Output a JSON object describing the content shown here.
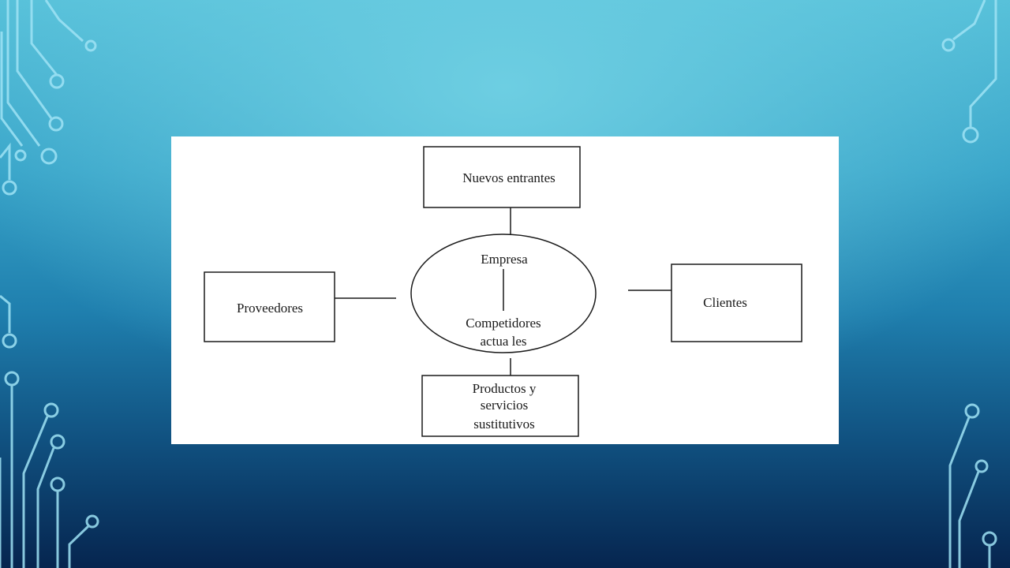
{
  "diagram": {
    "nodes": {
      "nuevos_entrantes": "Nuevos entrantes",
      "empresa": "Empresa",
      "competidores_line1": "Competidores",
      "competidores_line2": "actua les",
      "proveedores": "Proveedores",
      "clientes": "Clientes",
      "productos_line1": "Productos y",
      "productos_line2": "servicios",
      "productos_line3": "sustitutivos"
    }
  },
  "colors": {
    "circuit_stroke": "#9fe3f5",
    "panel_background": "#ffffff",
    "diagram_stroke": "#1a1a1a"
  }
}
